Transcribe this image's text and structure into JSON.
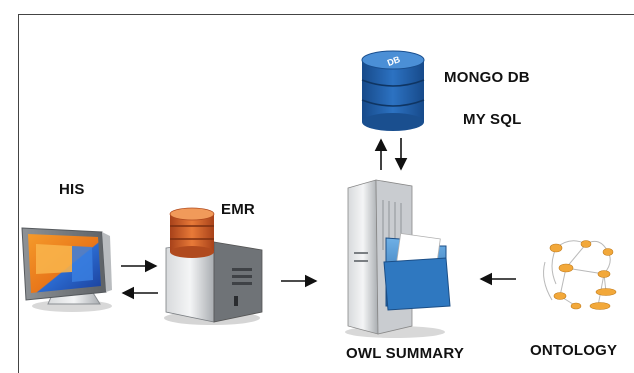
{
  "labels": {
    "his": "HIS",
    "emr": "EMR",
    "mongo_db": "MONGO DB",
    "my_sql": "MY SQL",
    "owl_summary": "OWL SUMMARY",
    "ontology": "ONTOLOGY"
  },
  "db_icon_text": "DB",
  "colors": {
    "db_blue": "#1f5fa8",
    "emr_orange": "#d9652a",
    "monitor_orange": "#f07a1a",
    "monitor_blue": "#1f57b8",
    "folder_blue": "#3a86c8",
    "ontology_orange": "#f2a83a",
    "arrow": "#111111"
  },
  "icons": {
    "his": "desktop-monitor-icon",
    "emr": "database-server-icon",
    "db": "database-cylinder-icon",
    "owl": "server-with-folder-icon",
    "ontology": "ontology-graph-icon"
  }
}
